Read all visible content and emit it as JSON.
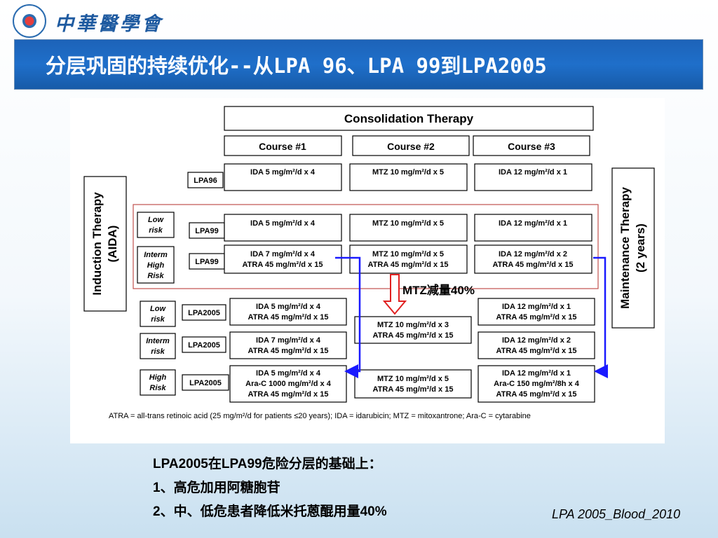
{
  "logo": {
    "text": "中華醫學會",
    "seal_icon": "society-seal-icon"
  },
  "title": "分层巩固的持续优化--从LPA 96、LPA 99到LPA2005",
  "diagram": {
    "consolidation_header": "Consolidation Therapy",
    "course_headers": [
      "Course #1",
      "Course #2",
      "Course #3"
    ],
    "induction_label": [
      "Induction Therapy",
      "(AIDA)"
    ],
    "maintenance_label": [
      "Maintenance Therapy",
      "(2 years)"
    ],
    "lpa96": {
      "label": "LPA96",
      "c1": [
        "IDA 5  mg/m²/d x 4"
      ],
      "c2": [
        "MTZ 10 mg/m²/d x 5"
      ],
      "c3": [
        "IDA 12 mg/m²/d x 1"
      ]
    },
    "lpa99_low": {
      "risk": [
        "Low",
        "risk"
      ],
      "label": "LPA99",
      "c1": [
        "IDA 5  mg/m²/d x 4"
      ],
      "c2": [
        "MTZ 10 mg/m²/d x 5"
      ],
      "c3": [
        "IDA 12 mg/m²/d x 1"
      ]
    },
    "lpa99_interm": {
      "risk": [
        "Interm",
        "High",
        "Risk"
      ],
      "label": "LPA99",
      "c1": [
        "IDA 7  mg/m²/d x 4",
        "ATRA 45 mg/m²/d x 15"
      ],
      "c2": [
        "MTZ 10 mg/m²/d x 5",
        "ATRA 45 mg/m²/d x 15"
      ],
      "c3": [
        "IDA 12 mg/m²/d x 2",
        "ATRA 45 mg/m²/d x 15"
      ]
    },
    "mtz_note": "MTZ减量40%",
    "lpa2005_low": {
      "risk": [
        "Low",
        "risk"
      ],
      "label": "LPA2005",
      "c1": [
        "IDA 5  mg/m²/d x 4",
        "ATRA 45 mg/m²/d x 15"
      ],
      "c3": [
        "IDA 12 mg/m²/d x 1",
        "ATRA 45 mg/m²/d x 15"
      ]
    },
    "lpa2005_interm": {
      "risk": [
        "Interm",
        "risk"
      ],
      "label": "LPA2005",
      "c1": [
        "IDA 7  mg/m²/d x 4",
        "ATRA 45 mg/m²/d x 15"
      ],
      "c3": [
        "IDA 12 mg/m²/d x 2",
        "ATRA 45 mg/m²/d x 15"
      ]
    },
    "lpa2005_shared_c2": [
      "MTZ 10 mg/m²/d x 3",
      "ATRA 45 mg/m²/d x 15"
    ],
    "lpa2005_high": {
      "risk": [
        "High",
        "Risk"
      ],
      "label": "LPA2005",
      "c1": [
        "IDA 5  mg/m²/d x 4",
        "Ara-C 1000 mg/m²/d x 4",
        "ATRA 45 mg/m²/d x 15"
      ],
      "c2": [
        "MTZ 10 mg/m²/d x 5",
        "ATRA 45 mg/m²/d  x 15"
      ],
      "c3": [
        "IDA 12 mg/m²/d x 1",
        "Ara-C 150 mg/m²/8h x 4",
        "ATRA 45 mg/m²/d x 15"
      ]
    },
    "footnote": "ATRA = all-trans retinoic acid (25 mg/m²/d for patients ≤20 years); IDA = idarubicin; MTZ = mitoxantrone; Ara-C = cytarabine",
    "colors": {
      "red_frame": "#c0504d",
      "red_arrow": "#e02020",
      "blue_arrow": "#1a1aff"
    }
  },
  "notes": [
    "LPA2005在LPA99危险分层的基础上：",
    "1、高危加用阿糖胞苷",
    "2、中、低危患者降低米托蒽醌用量40%"
  ],
  "citation": "LPA 2005_Blood_2010"
}
